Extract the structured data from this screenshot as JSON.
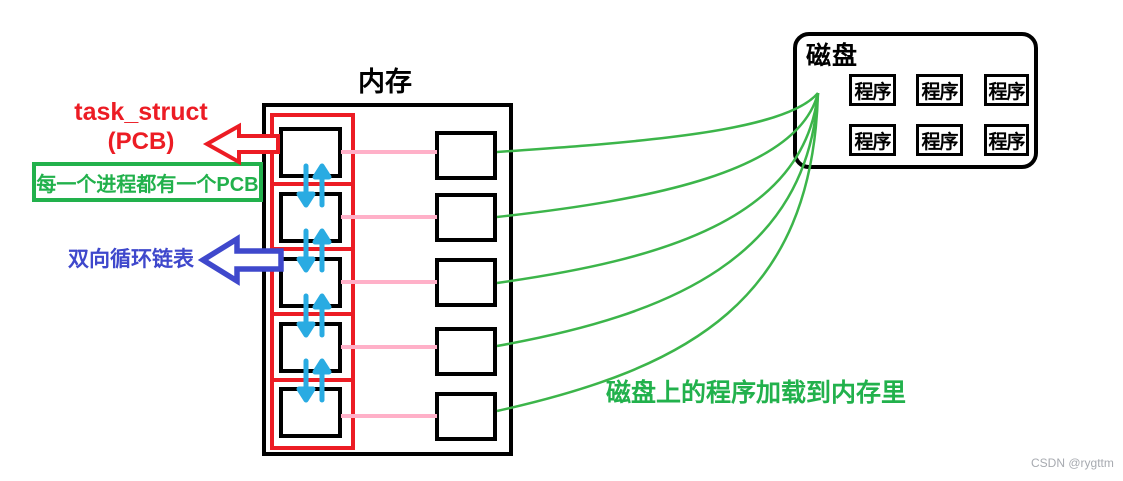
{
  "memory": {
    "title": "内存",
    "pcb_row_count": 5
  },
  "disk": {
    "title": "磁盘",
    "programs": [
      "程序",
      "程序",
      "程序",
      "程序",
      "程序",
      "程序"
    ]
  },
  "annotations": {
    "task_struct": "task_struct",
    "pcb": "(PCB)",
    "every_process_note": "每一个进程都有一个PCB",
    "doubly_linked_list": "双向循环链表",
    "load_note": "磁盘上的程序加载到内存里"
  },
  "watermark": "CSDN @rygttm",
  "colors": {
    "red": "#EC1C24",
    "green": "#22B14C",
    "curve_green": "#3CB54A",
    "blue": "#3F48CC",
    "cyan": "#29ABE2",
    "pink": "#FFB0C8",
    "black": "#000000"
  }
}
